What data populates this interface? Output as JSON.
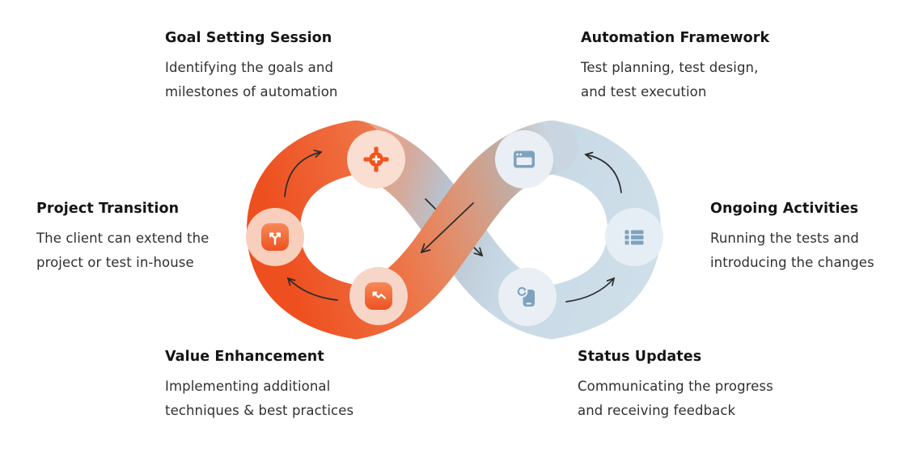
{
  "diagram": {
    "name": "automation-lifecycle-infinity-loop",
    "colors": {
      "orange_deep": "#ee4f1f",
      "orange_accent": "#f05a28",
      "salmon_fade": "#f2a080",
      "blue_band": "#cfdfea",
      "steel_blue_icon": "#7fa3bf",
      "peach_circle": "#f8d2c1",
      "blue_circle": "#e9eff4",
      "arrow_black": "#2b2b2b",
      "title_text": "#151515",
      "body_text": "#303030"
    },
    "stages": [
      {
        "title": "Goal Setting Session",
        "lines": [
          "Identifying the goals and",
          "milestones of automation"
        ],
        "icon": "target-icon",
        "position": "top-left"
      },
      {
        "title": "Automation Framework",
        "lines": [
          "Test planning, test design,",
          "and test execution"
        ],
        "icon": "browser-window-icon",
        "position": "top-right"
      },
      {
        "title": "Project Transition",
        "lines": [
          "The client can extend the",
          "project or test in-house"
        ],
        "icon": "branch-arrows-icon",
        "position": "mid-left"
      },
      {
        "title": "Ongoing Activities",
        "lines": [
          "Running the tests and",
          "introducing the changes"
        ],
        "icon": "list-icon",
        "position": "mid-right"
      },
      {
        "title": "Value Enhancement",
        "lines": [
          "Implementing additional",
          "techniques & best practices"
        ],
        "icon": "trend-arrow-icon",
        "position": "bottom-left"
      },
      {
        "title": "Status Updates",
        "lines": [
          "Communicating the progress",
          "and receiving feedback"
        ],
        "icon": "phone-sync-icon",
        "position": "bottom-right"
      }
    ]
  }
}
